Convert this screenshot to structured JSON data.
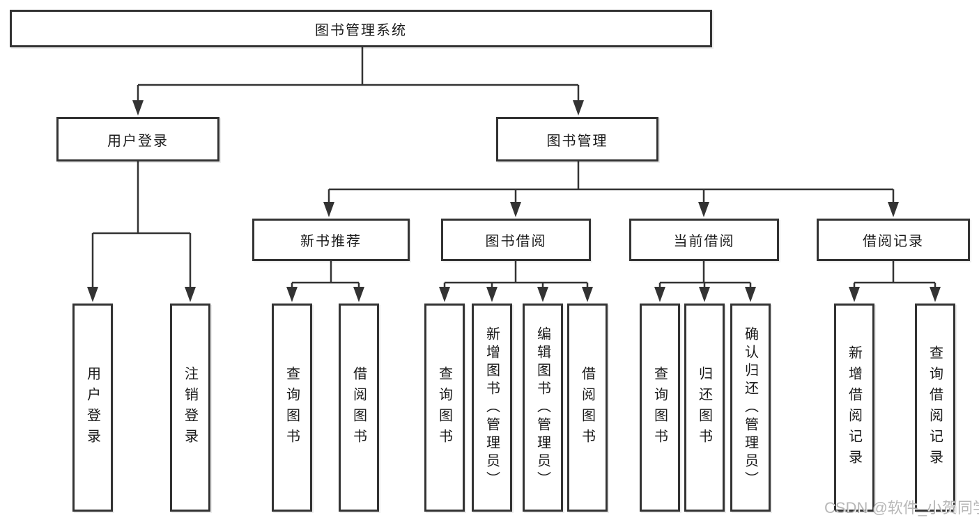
{
  "diagram": {
    "root": {
      "label": "图书管理系统"
    },
    "level2": [
      {
        "label": "用户登录"
      },
      {
        "label": "图书管理"
      }
    ],
    "level3": [
      {
        "label": "新书推荐"
      },
      {
        "label": "图书借阅"
      },
      {
        "label": "当前借阅"
      },
      {
        "label": "借阅记录"
      }
    ],
    "leaves": {
      "login": [
        "用户登录",
        "注销登录"
      ],
      "newbook": [
        "查询图书",
        "借阅图书"
      ],
      "borrow": [
        "查询图书",
        "新增图书（管理员）",
        "编辑图书（管理员）",
        "借阅图书"
      ],
      "current": [
        "查询图书",
        "归还图书",
        "确认归还（管理员）"
      ],
      "records": [
        "新增借阅记录",
        "查询借阅记录"
      ]
    }
  },
  "watermark": {
    "text": "CSDN @软件_小贺同学"
  },
  "colors": {
    "line": "#333333",
    "text": "#1a1a1a",
    "background": "#ffffff",
    "watermark": "#aaaaaa"
  }
}
